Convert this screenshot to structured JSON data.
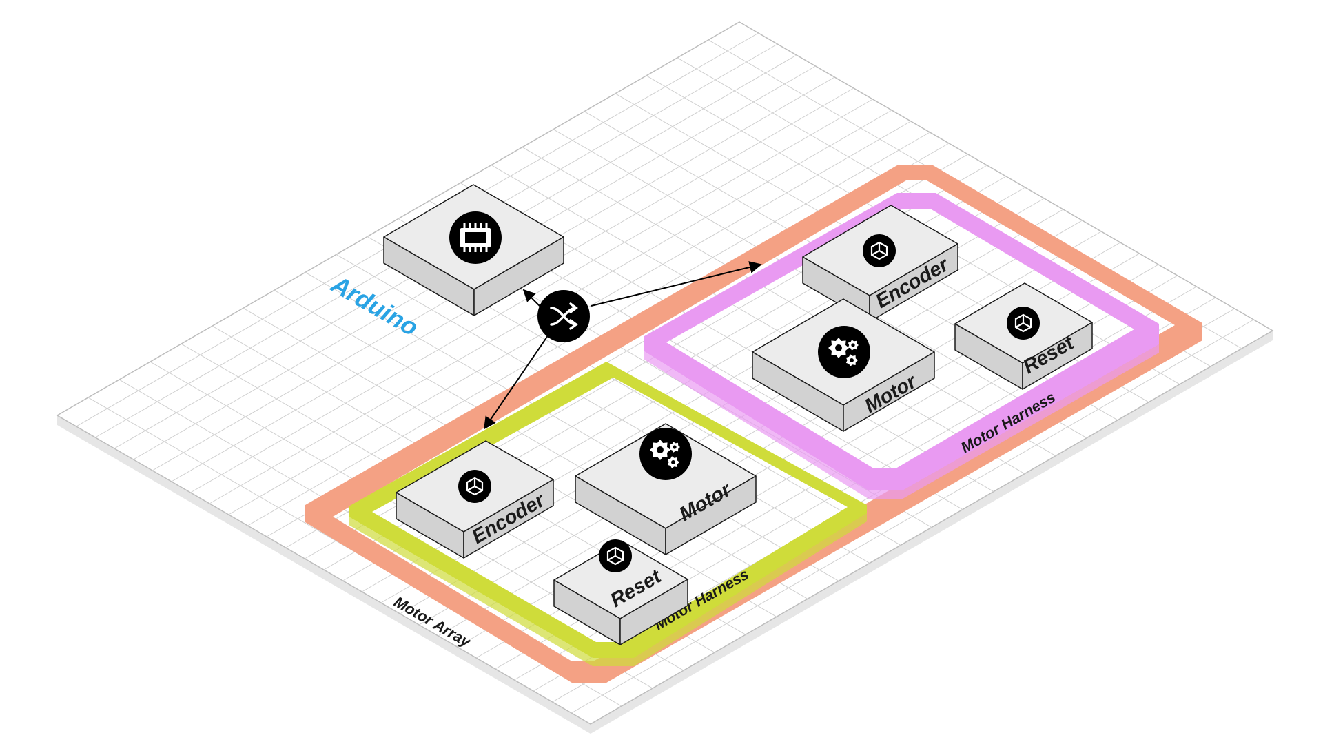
{
  "colors": {
    "grid_fill": "#ffffff",
    "grid_line": "#cfcfcf",
    "board_side": "#e6e6e6",
    "box_top": "#ececec",
    "box_side": "#d2d2d2",
    "box_edge": "#1a1a1a",
    "icon_bg": "#000000",
    "icon_fg": "#ffffff",
    "motor_array": "#f4a184",
    "harness_1": "#cfdc3a",
    "harness_2": "#e99af2",
    "arduino_label": "#29a3e4",
    "arrow": "#000000"
  },
  "labels": {
    "arduino": "Arduino",
    "motor_array": "Motor Array",
    "harness_1": "Motor Harness",
    "harness_2": "Motor Harness",
    "encoder_1": "Encoder",
    "motor_1": "Motor",
    "reset_1": "Reset",
    "encoder_2": "Encoder",
    "motor_2": "Motor",
    "reset_2": "Reset"
  },
  "icons": {
    "arduino": "chip-icon",
    "switch": "shuffle-icon",
    "motor": "gears-icon",
    "encoder": "cube-outline-icon",
    "reset": "cube-outline-icon"
  }
}
